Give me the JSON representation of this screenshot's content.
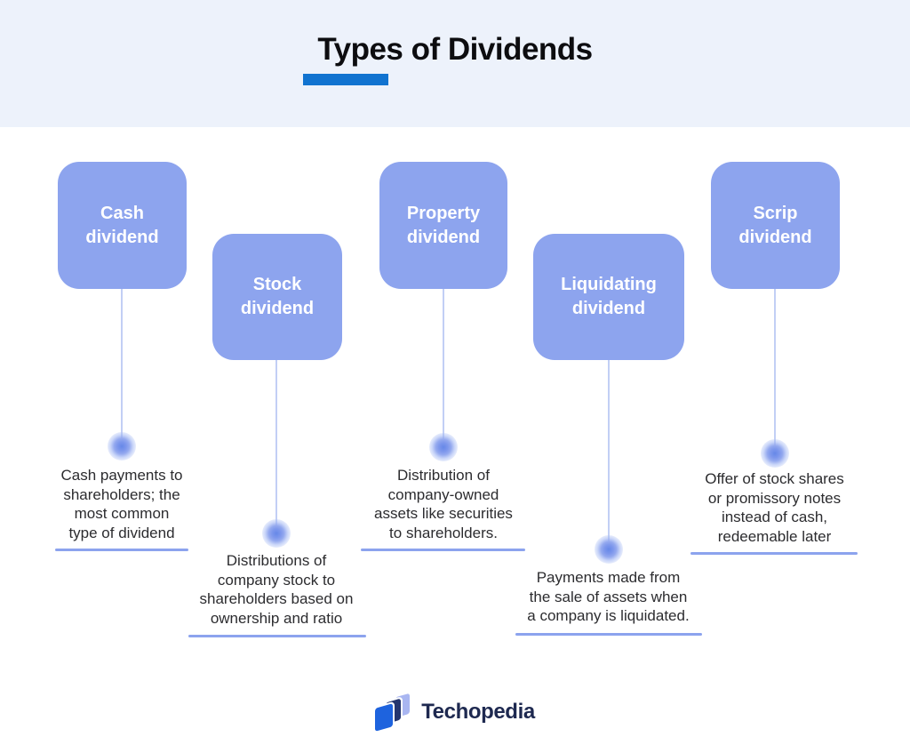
{
  "page": {
    "title": "Types of Dividends"
  },
  "colors": {
    "header_background": "#edf2fb",
    "title_accent_bar": "#1173d0",
    "card_background": "#8da4ee",
    "card_text": "#ffffff",
    "connector_line": "#c2cff5",
    "dot_core": "#6688e8",
    "description_text": "#2c2c2f",
    "description_underline": "#8ca3ee",
    "brand_text": "#1e2950",
    "brand_blue": "#1e63de",
    "brand_navy": "#24356e",
    "brand_periwinkle": "#a9b6f1"
  },
  "items": [
    {
      "title": "Cash\ndividend",
      "description": "Cash payments to\nshareholders; the\nmost common\ntype of dividend"
    },
    {
      "title": "Stock\ndividend",
      "description": "Distributions of\ncompany stock to\nshareholders based on\nownership and ratio"
    },
    {
      "title": "Property\ndividend",
      "description": "Distribution of\ncompany-owned\nassets like securities\nto shareholders."
    },
    {
      "title": "Liquidating\ndividend",
      "description": "Payments made from\nthe sale of assets when\na company is liquidated."
    },
    {
      "title": "Scrip\ndividend",
      "description": "Offer of stock shares\nor promissory notes\ninstead of cash,\nredeemable later"
    }
  ],
  "brand": {
    "name": "Techopedia"
  }
}
